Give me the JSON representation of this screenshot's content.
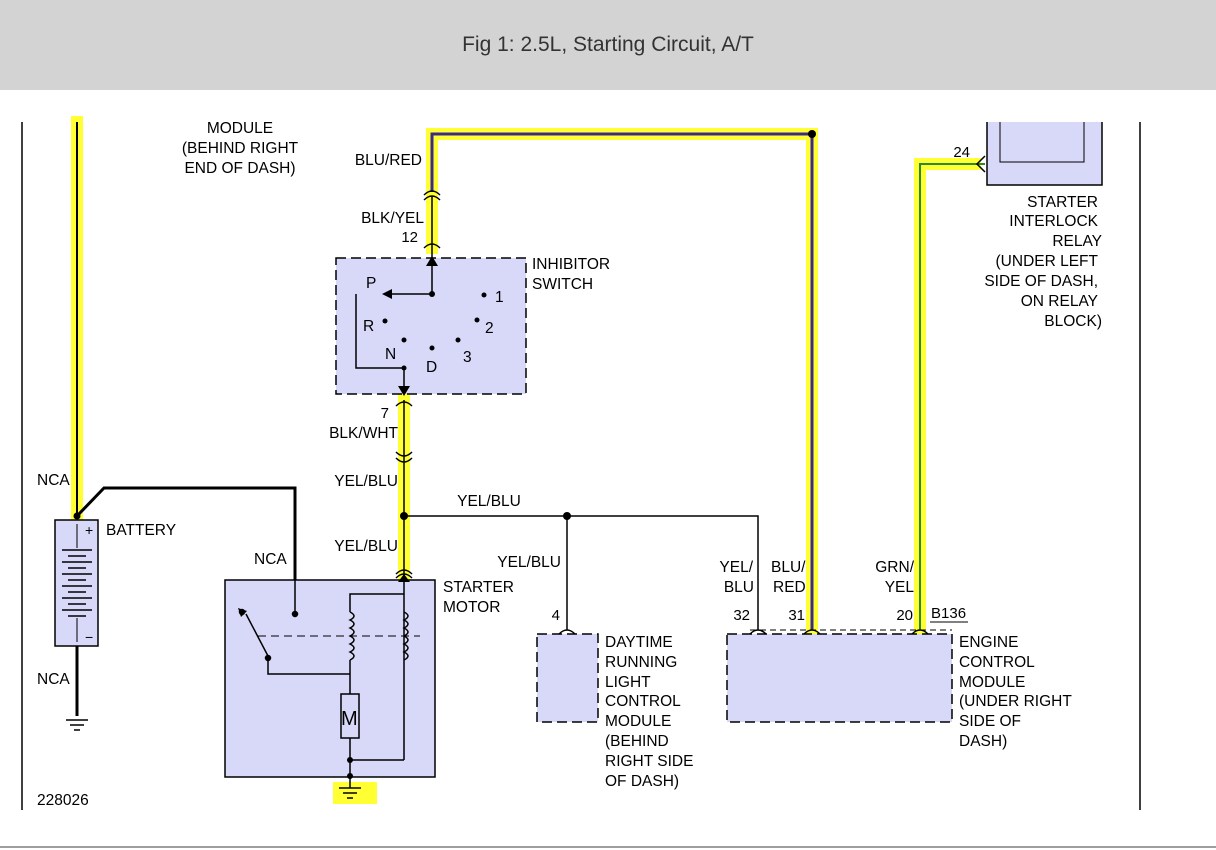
{
  "header": {
    "title": "Fig 1: 2.5L, Starting Circuit, A/T"
  },
  "figure_id": "228026",
  "labels": {
    "module_line1": "MODULE",
    "module_line2": "(BEHIND RIGHT",
    "module_line3": "END OF DASH)",
    "nca_top": "NCA",
    "nca_bottom": "NCA",
    "nca_starter": "NCA",
    "battery": "BATTERY",
    "battery_plus": "+",
    "battery_minus": "−",
    "starter_line1": "STARTER",
    "starter_line2": "MOTOR",
    "motor_symbol": "M",
    "inhibitor_line1": "INHIBITOR",
    "inhibitor_line2": "SWITCH",
    "pos_p": "P",
    "pos_r": "R",
    "pos_n": "N",
    "pos_d": "D",
    "pos_1": "1",
    "pos_2": "2",
    "pos_3": "3",
    "drl_line1": "DAYTIME",
    "drl_line2": "RUNNING",
    "drl_line3": "LIGHT",
    "drl_line4": "CONTROL",
    "drl_line5": "MODULE",
    "drl_line6": "(BEHIND",
    "drl_line7": "RIGHT SIDE",
    "drl_line8": "OF DASH)",
    "ecm_line1": "ENGINE",
    "ecm_line2": "CONTROL",
    "ecm_line3": "MODULE",
    "ecm_line4": "(UNDER RIGHT",
    "ecm_line5": "SIDE OF",
    "ecm_line6": "DASH)",
    "ecm_connector": "B136",
    "relay_line1": "STARTER",
    "relay_line2": "INTERLOCK",
    "relay_line3": "RELAY",
    "relay_line4": "(UNDER LEFT",
    "relay_line5": "SIDE OF DASH,",
    "relay_line6": "ON RELAY",
    "relay_line7": "BLOCK)"
  },
  "wires": {
    "blu_red": "BLU/RED",
    "blk_yel": "BLK/YEL",
    "blk_wht": "BLK/WHT",
    "yel_blu_1": "YEL/BLU",
    "yel_blu_2": "YEL/BLU",
    "yel_blu_h": "YEL/BLU",
    "yel_blu_drl": "YEL/BLU",
    "ecm_yel_top": "YEL/",
    "ecm_yel_bottom": "BLU",
    "ecm_blu_top": "BLU/",
    "ecm_blu_bottom": "RED",
    "ecm_grn_top": "GRN/",
    "ecm_grn_bottom": "YEL"
  },
  "pins": {
    "inhibitor_in": "12",
    "inhibitor_out": "7",
    "drl": "4",
    "ecm_32": "32",
    "ecm_31": "31",
    "ecm_20": "20",
    "relay": "24"
  },
  "colors": {
    "highlight": "#ffff33",
    "wire_blue": "#3b2a8c",
    "wire_green": "#2a8a2a",
    "module_fill": "#d8d8f8",
    "header_bg": "#d3d3d3"
  }
}
